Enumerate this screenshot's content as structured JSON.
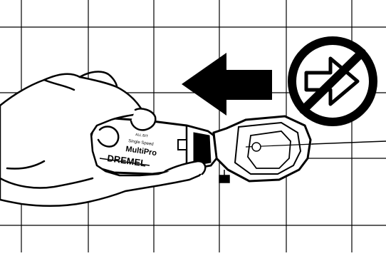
{
  "illustration": {
    "tool_brand": "DREMEL",
    "tool_model": "MultiPro",
    "tool_speed_text": "Single Speed",
    "tool_small_text": "ALL BIT",
    "allowed_direction": "left",
    "prohibited_direction": "right"
  },
  "colors": {
    "line": "#000000",
    "background": "#ffffff",
    "grid": "#000000"
  },
  "icons": [
    "arrow-left-icon",
    "prohibited-arrow-right-icon"
  ]
}
